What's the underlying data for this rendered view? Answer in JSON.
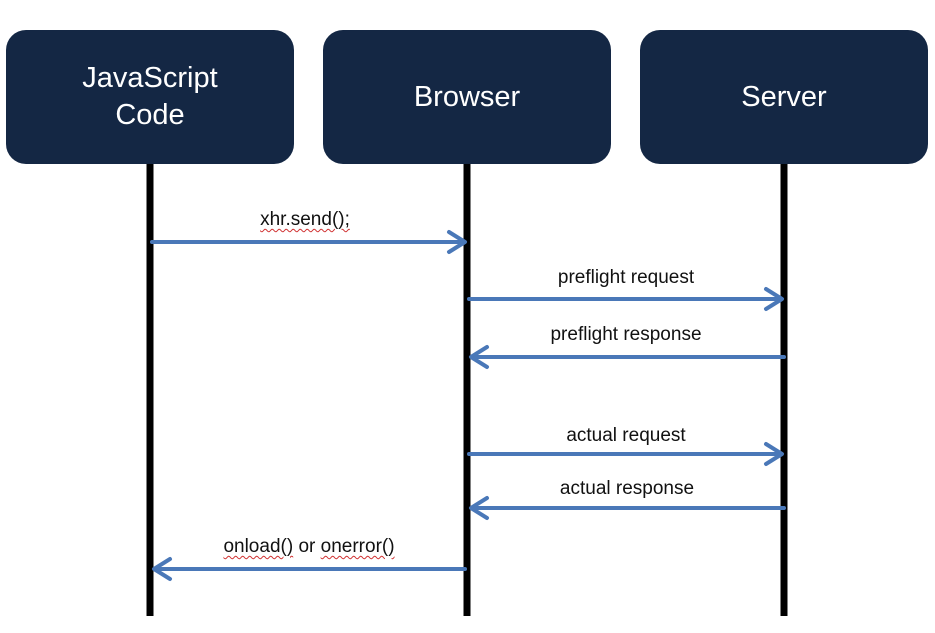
{
  "actors": {
    "javascript": {
      "line1": "JavaScript",
      "line2": "Code"
    },
    "browser": "Browser",
    "server": "Server"
  },
  "messages": {
    "xhr_send": "xhr.send();",
    "preflight_request": "preflight request",
    "preflight_response": "preflight response",
    "actual_request": "actual request",
    "actual_response": "actual response",
    "onload": "onload()",
    "or": "or",
    "onerror": "onerror()"
  },
  "colors": {
    "actor_box": "#142744",
    "arrow": "#4a78b8",
    "lifeline": "#000000"
  }
}
